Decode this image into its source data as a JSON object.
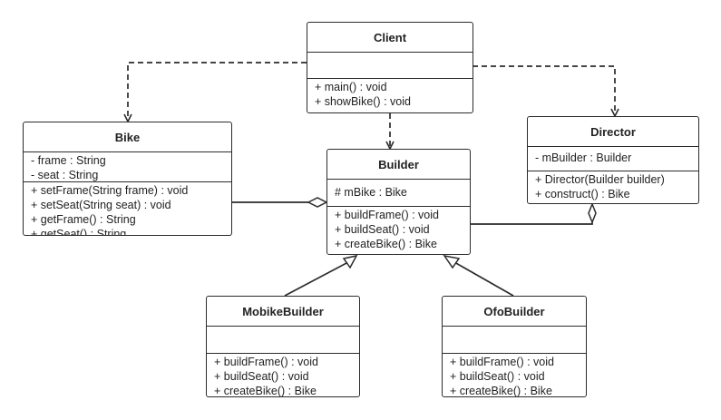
{
  "classes": {
    "client": {
      "name": "Client",
      "attributes": [],
      "methods": [
        "+ main() : void",
        "+ showBike() : void"
      ]
    },
    "bike": {
      "name": "Bike",
      "attributes": [
        "- frame : String",
        "- seat : String"
      ],
      "methods": [
        "+ setFrame(String frame) : void",
        "+ setSeat(String seat) : void",
        "+ getFrame() : String",
        "+ getSeat() : String"
      ]
    },
    "builder": {
      "name": "Builder",
      "attributes": [
        "# mBike : Bike"
      ],
      "methods": [
        "+ buildFrame() : void",
        "+ buildSeat() : void",
        "+ createBike() : Bike"
      ]
    },
    "director": {
      "name": "Director",
      "attributes": [
        "- mBuilder : Builder"
      ],
      "methods": [
        "+ Director(Builder builder)",
        "+ construct() : Bike"
      ]
    },
    "mobike_builder": {
      "name": "MobikeBuilder",
      "attributes": [],
      "methods": [
        "+ buildFrame() : void",
        "+ buildSeat() : void",
        "+ createBike() : Bike"
      ]
    },
    "ofo_builder": {
      "name": "OfoBuilder",
      "attributes": [],
      "methods": [
        "+ buildFrame() : void",
        "+ buildSeat() : void",
        "+ createBike() : Bike"
      ]
    }
  },
  "relationships": [
    {
      "from": "client",
      "to": "bike",
      "type": "dependency"
    },
    {
      "from": "client",
      "to": "builder",
      "type": "dependency"
    },
    {
      "from": "client",
      "to": "director",
      "type": "dependency"
    },
    {
      "from": "builder",
      "to": "bike",
      "type": "aggregation"
    },
    {
      "from": "director",
      "to": "builder",
      "type": "aggregation"
    },
    {
      "from": "mobike_builder",
      "to": "builder",
      "type": "generalization"
    },
    {
      "from": "ofo_builder",
      "to": "builder",
      "type": "generalization"
    }
  ],
  "colors": {
    "line": "#2b2b2b",
    "background": "#ffffff",
    "watermark": "#d8d8d8"
  }
}
